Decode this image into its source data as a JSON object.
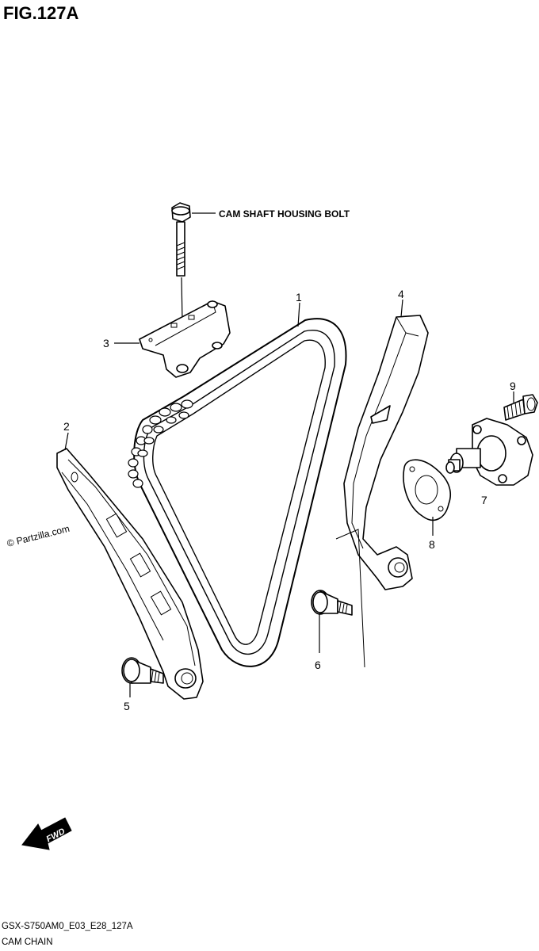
{
  "figure": {
    "title": "FIG.127A",
    "code": "GSX-S750AM0_E03_E28_127A",
    "caption": "CAM CHAIN",
    "watermark": "© Partzilla.com",
    "fwd_label": "FWD"
  },
  "callouts": [
    {
      "id": "1",
      "label": "1"
    },
    {
      "id": "2",
      "label": "2"
    },
    {
      "id": "3",
      "label": "3"
    },
    {
      "id": "4",
      "label": "4"
    },
    {
      "id": "5",
      "label": "5"
    },
    {
      "id": "6",
      "label": "6"
    },
    {
      "id": "7",
      "label": "7"
    },
    {
      "id": "8",
      "label": "8"
    },
    {
      "id": "9",
      "label": "9"
    }
  ],
  "notes": {
    "cam_shaft_housing_bolt": "CAM SHAFT HOUSING BOLT"
  }
}
